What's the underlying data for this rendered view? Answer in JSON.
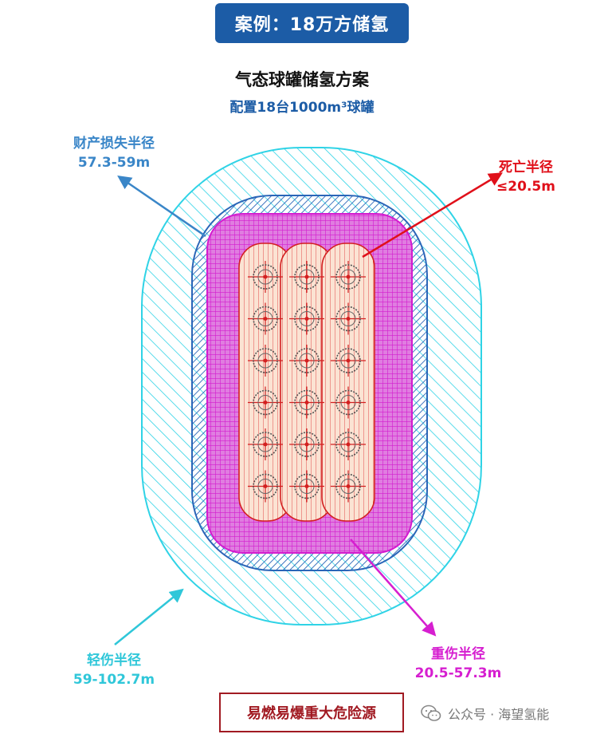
{
  "header": {
    "badge": "案例：18万方储氢"
  },
  "diagram": {
    "title": "气态球罐储氢方案",
    "subtitle": "配置18台1000m³球罐",
    "tank_grid": {
      "rows": 6,
      "cols": 3,
      "count": 18
    },
    "zones": {
      "property_loss": {
        "label": "财产损失半径",
        "range": "57.3-59m",
        "color": "#3a86c8"
      },
      "death": {
        "label": "死亡半径",
        "range": "≤20.5m",
        "color": "#e0101a"
      },
      "light_injury": {
        "label": "轻伤半径",
        "range": "59-102.7m",
        "color": "#2fc7d9"
      },
      "heavy_injury": {
        "label": "重伤半径",
        "range": "20.5-57.3m",
        "color": "#d61fd0"
      }
    },
    "hazard_label": "易燃易爆重大危险源"
  },
  "watermark": {
    "text": "公众号 · 海望氢能"
  }
}
